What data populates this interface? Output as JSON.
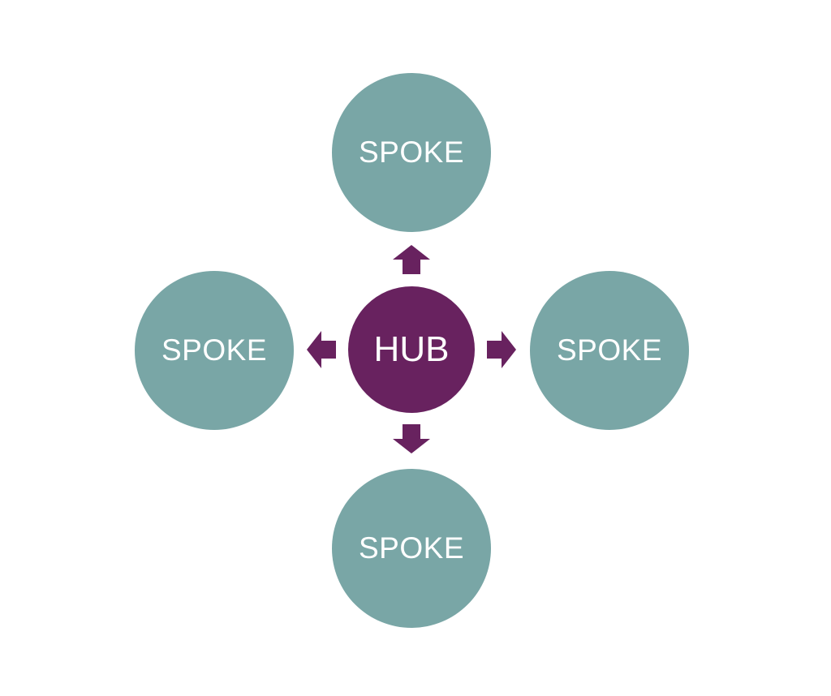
{
  "diagram": {
    "hub": {
      "label": "HUB"
    },
    "spokes": [
      {
        "position": "top",
        "label": "SPOKE"
      },
      {
        "position": "left",
        "label": "SPOKE"
      },
      {
        "position": "right",
        "label": "SPOKE"
      },
      {
        "position": "bottom",
        "label": "SPOKE"
      }
    ],
    "arrows": [
      "up",
      "left",
      "right",
      "down"
    ]
  },
  "colors": {
    "hub": "#68225f",
    "spoke": "#79a6a6",
    "arrow": "#68225f",
    "text": "#ffffff",
    "background": "#ffffff"
  }
}
